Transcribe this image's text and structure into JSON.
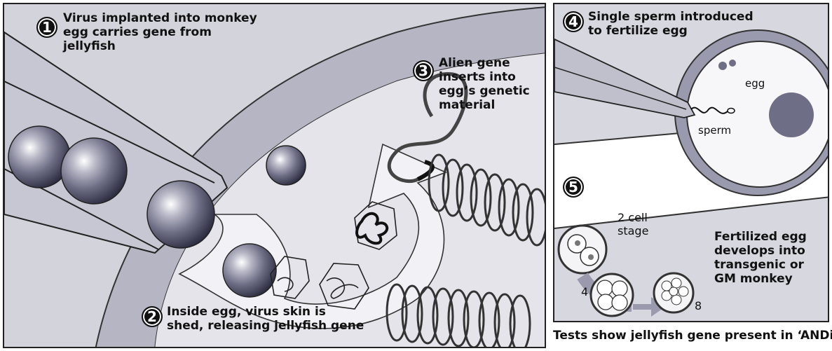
{
  "steps": [
    {
      "number": "1",
      "text": [
        "Virus implanted into monkey",
        "egg carries gene from",
        "jellyfish"
      ]
    },
    {
      "number": "2",
      "text": [
        "Inside egg, virus skin is",
        "shed, releasing jellyfish gene"
      ]
    },
    {
      "number": "3",
      "text": [
        "Alien gene",
        "inserts into",
        "egg’s genetic",
        "material"
      ]
    },
    {
      "number": "4",
      "text": [
        "Single sperm introduced",
        "to fertilize egg"
      ]
    },
    {
      "number": "5",
      "text": []
    }
  ],
  "labels": {
    "egg": "egg",
    "sperm": "sperm",
    "two_cell_stage": [
      "2 cell",
      "stage"
    ],
    "four": "4",
    "eight": "8",
    "fertilized": [
      "Fertilized egg",
      "develops into",
      "transgenic or",
      "GM monkey"
    ]
  },
  "caption": "Tests show jellyfish gene present in ‘ANDi’"
}
